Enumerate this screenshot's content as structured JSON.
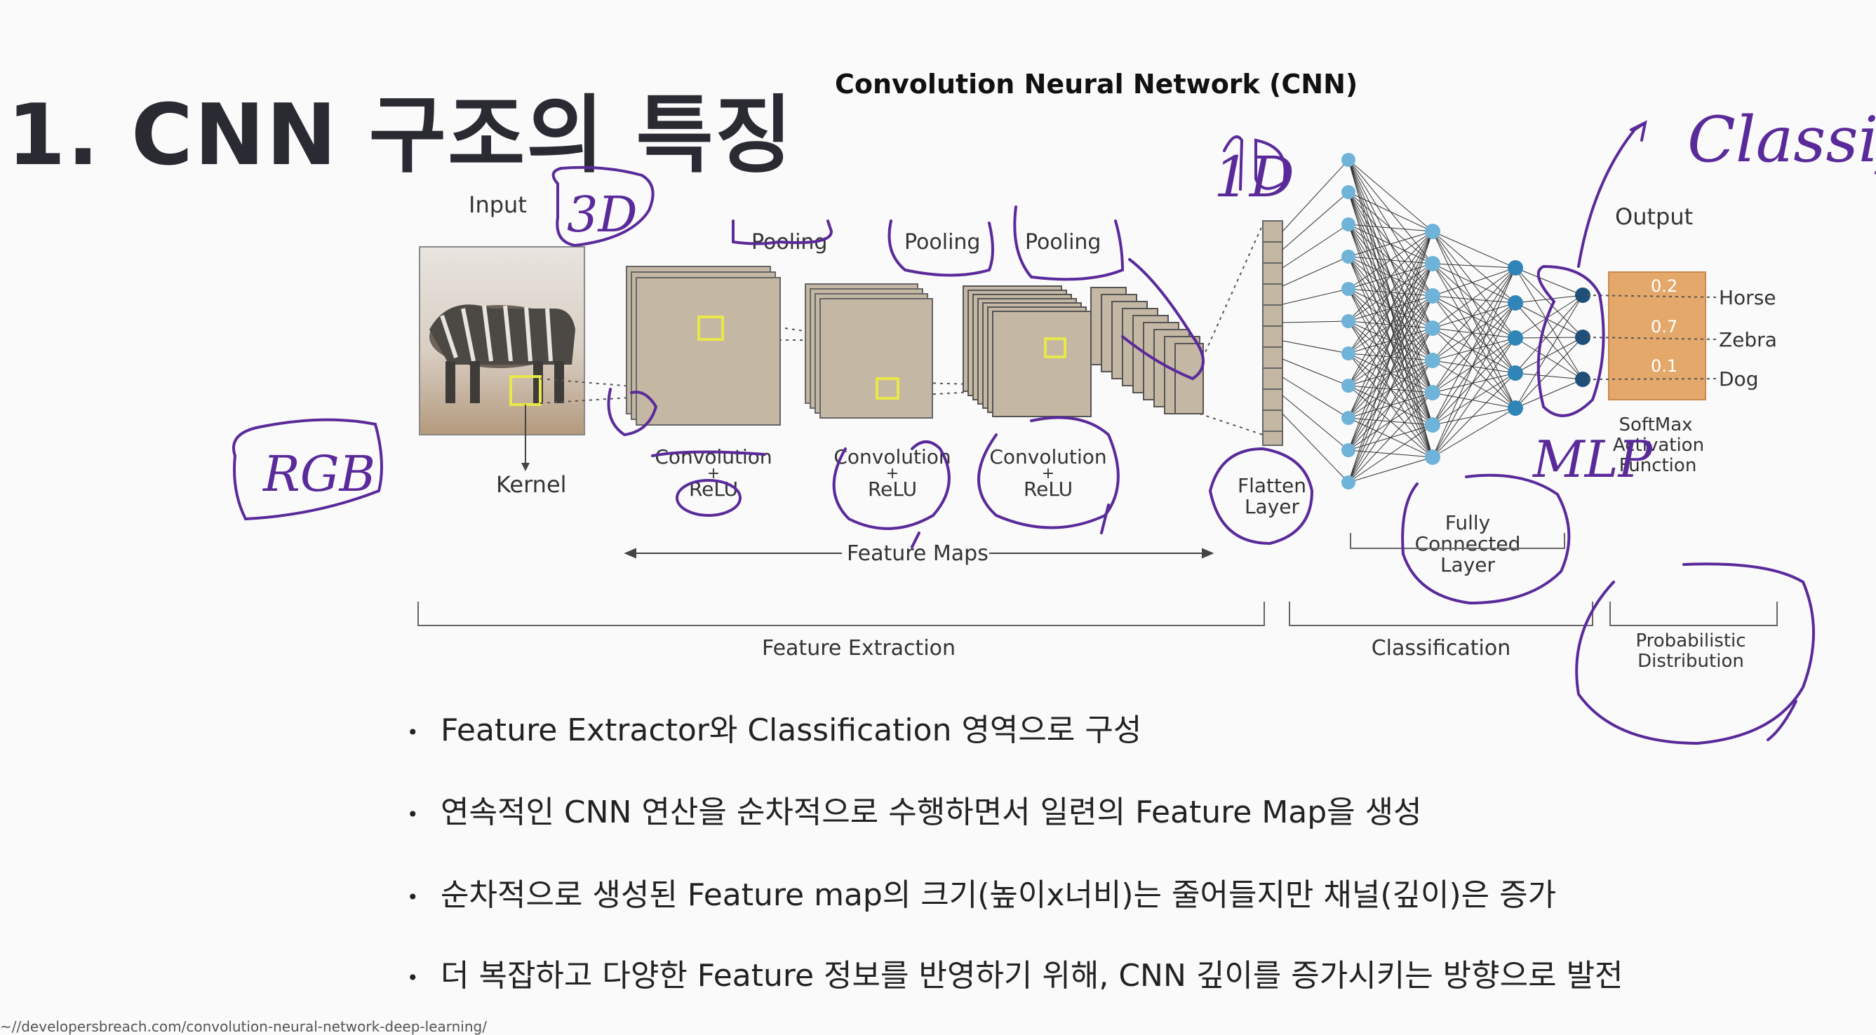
{
  "slide": {
    "title": "1. CNN 구조의 특징",
    "diagram_title": "Convolution  Neural  Network (CNN)"
  },
  "diagram": {
    "input_label": "Input",
    "kernel_label": "Kernel",
    "pooling_labels": [
      "Pooling",
      "Pooling",
      "Pooling"
    ],
    "conv_labels": [
      {
        "line1": "Convolution",
        "line2": "+",
        "line3": "ReLU"
      },
      {
        "line1": "Convolution",
        "line2": "+",
        "line3": "ReLU"
      },
      {
        "line1": "Convolution",
        "line2": "+",
        "line3": "ReLU"
      }
    ],
    "feature_maps_label": "Feature  Maps",
    "flatten_label": {
      "line1": "Flatten",
      "line2": "Layer"
    },
    "fc_label": {
      "line1": "Fully",
      "line2": "Connected",
      "line3": "Layer"
    },
    "output_label": "Output",
    "output_values": [
      "0.2",
      "0.7",
      "0.1"
    ],
    "output_classes": [
      "Horse",
      "Zebra",
      "Dog"
    ],
    "softmax_label": {
      "line1": "SoftMax",
      "line2": "Activation",
      "line3": "Function"
    },
    "section_labels": {
      "feature_extraction": "Feature Extraction",
      "classification": "Classification",
      "probabilistic": {
        "line1": "Probabilistic",
        "line2": "Distribution"
      }
    }
  },
  "annotations": {
    "three_d": "3D",
    "rgb": "RGB",
    "one_d": "1D",
    "mlp": "MLP",
    "classifi": "Classifi"
  },
  "bullets": [
    "Feature Extractor와 Classification 영역으로 구성",
    "연속적인 CNN 연산을 순차적으로 수행하면서 일련의 Feature Map을 생성",
    "순차적으로 생성된 Feature map의 크기(높이x너비)는 줄어들지만 채널(깊이)은 증가",
    "더 복잡하고 다양한 Feature 정보를 반영하기 위해, CNN 깊이를 증가시키는 방향으로 발전"
  ],
  "bullet_symbol": "•",
  "source_url": "~//developersbreach.com/convolution-neural-network-deep-learning/",
  "colors": {
    "feature_map_fill": "#c4b7a4",
    "kernel_box": "#e8e84a",
    "node_light": "#6fb3d9",
    "node_mid": "#2f85b8",
    "node_dark": "#1f4f78",
    "softmax_fill": "#e3a86a",
    "annotation_ink": "#5a2a9a"
  }
}
